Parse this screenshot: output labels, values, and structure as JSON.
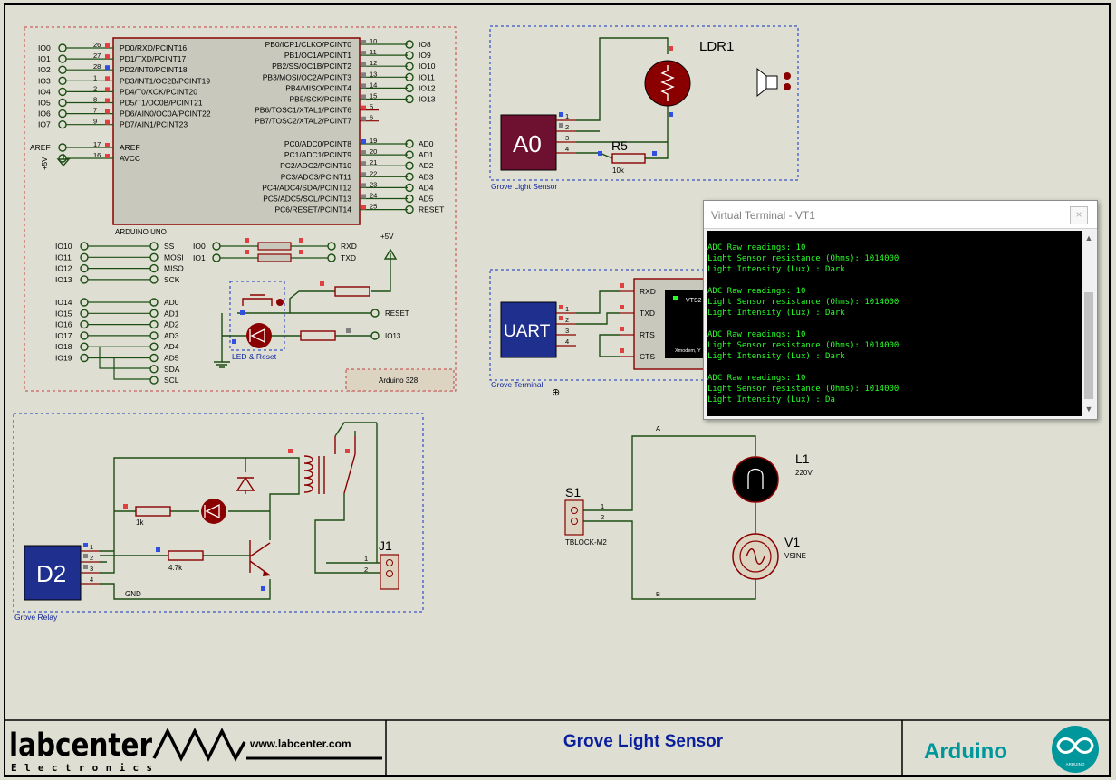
{
  "title_block": {
    "company": "labcenter",
    "company_sub": "Electronics",
    "url": "www.labcenter.com",
    "project_title": "Grove Light Sensor",
    "brand": "Arduino",
    "brand_logo_text": "ARDUINO"
  },
  "arduino": {
    "chip_label": "ARDUINO UNO",
    "box_label": "Arduino 328",
    "left_pins": [
      {
        "net": "IO0",
        "num": "26",
        "name": "PD0/RXD/PCINT16"
      },
      {
        "net": "IO1",
        "num": "27",
        "name": "PD1/TXD/PCINT17"
      },
      {
        "net": "IO2",
        "num": "28",
        "name": "PD2/INT0/PCINT18"
      },
      {
        "net": "IO3",
        "num": "1",
        "name": "PD3/INT1/OC2B/PCINT19"
      },
      {
        "net": "IO4",
        "num": "2",
        "name": "PD4/T0/XCK/PCINT20"
      },
      {
        "net": "IO5",
        "num": "8",
        "name": "PD5/T1/OC0B/PCINT21"
      },
      {
        "net": "IO6",
        "num": "7",
        "name": "PD6/AIN0/OC0A/PCINT22"
      },
      {
        "net": "IO7",
        "num": "9",
        "name": "PD7/AIN1/PCINT23"
      }
    ],
    "aref": {
      "net": "AREF",
      "num": "17",
      "name": "AREF"
    },
    "avcc": {
      "net": "+5V",
      "num": "16",
      "name": "AVCC"
    },
    "right_pins_b": [
      {
        "net": "IO8",
        "num": "10",
        "name": "PB0/ICP1/CLKO/PCINT0"
      },
      {
        "net": "IO9",
        "num": "11",
        "name": "PB1/OC1A/PCINT1"
      },
      {
        "net": "IO10",
        "num": "12",
        "name": "PB2/SS/OC1B/PCINT2"
      },
      {
        "net": "IO11",
        "num": "13",
        "name": "PB3/MOSI/OC2A/PCINT3"
      },
      {
        "net": "IO12",
        "num": "14",
        "name": "PB4/MISO/PCINT4"
      },
      {
        "net": "IO13",
        "num": "15",
        "name": "PB5/SCK/PCINT5"
      },
      {
        "net": "",
        "num": "5",
        "name": "PB6/TOSC1/XTAL1/PCINT6"
      },
      {
        "net": "",
        "num": "6",
        "name": "PB7/TOSC2/XTAL2/PCINT7"
      }
    ],
    "right_pins_c": [
      {
        "net": "AD0",
        "num": "19",
        "name": "PC0/ADC0/PCINT8"
      },
      {
        "net": "AD1",
        "num": "20",
        "name": "PC1/ADC1/PCINT9"
      },
      {
        "net": "AD2",
        "num": "21",
        "name": "PC2/ADC2/PCINT10"
      },
      {
        "net": "AD3",
        "num": "22",
        "name": "PC3/ADC3/PCINT11"
      },
      {
        "net": "AD4",
        "num": "23",
        "name": "PC4/ADC4/SDA/PCINT12"
      },
      {
        "net": "AD5",
        "num": "24",
        "name": "PC5/ADC5/SCL/PCINT13"
      },
      {
        "net": "RESET",
        "num": "25",
        "name": "PC6/RESET/PCINT14"
      }
    ],
    "spi_left": [
      "IO10",
      "IO11",
      "IO12",
      "IO13"
    ],
    "spi_right": [
      "SS",
      "MOSI",
      "MISO",
      "SCK"
    ],
    "serial_left": [
      "IO0",
      "IO1"
    ],
    "serial_right": [
      "RXD",
      "TXD"
    ],
    "analog_left": [
      "IO14",
      "IO15",
      "IO16",
      "IO17",
      "IO18",
      "IO19"
    ],
    "analog_right": [
      "AD0",
      "AD1",
      "AD2",
      "AD3",
      "AD4",
      "AD5",
      "SDA",
      "SCL"
    ],
    "power_label": "+5V",
    "reset_label": "RESET",
    "io13_label": "IO13",
    "led_reset_label": "LED & Reset"
  },
  "light_sensor": {
    "group_label": "Grove Light Sensor",
    "module": "A0",
    "pins": [
      "1",
      "2",
      "3",
      "4"
    ],
    "ldr_label": "LDR1",
    "resistor_label": "R5",
    "resistor_value": "10k"
  },
  "terminal_group": {
    "group_label": "Grove Terminal",
    "module": "UART",
    "pins": [
      "1",
      "2",
      "3",
      "4"
    ],
    "vt_pins": [
      "RXD",
      "TXD",
      "RTS",
      "CTS"
    ],
    "vt_name": "VTS2",
    "vt_screen_text": "Xmodem, Y"
  },
  "relay": {
    "group_label": "Grove Relay",
    "module": "D2",
    "pins": [
      "1",
      "2",
      "3",
      "4"
    ],
    "r1_value": "1k",
    "r2_value": "4.7k",
    "gnd_label": "GND",
    "connector_label": "J1",
    "connector_pins": [
      "1",
      "2"
    ]
  },
  "mains": {
    "switch_label": "S1",
    "switch_type": "TBLOCK-M2",
    "switch_pins": [
      "1",
      "2"
    ],
    "lamp_label": "L1",
    "lamp_value": "220V",
    "source_label": "V1",
    "source_value": "VSINE",
    "node_a": "A",
    "node_b": "B"
  },
  "terminal_window": {
    "title": "Virtual Terminal - VT1",
    "close_glyph": "×",
    "lines": [
      "ADC Raw readings: 10",
      "Light Sensor resistance (Ohms): 1014000",
      "Light Intensity (Lux) : Dark",
      "",
      "ADC Raw readings: 10",
      "Light Sensor resistance (Ohms): 1014000",
      "Light Intensity (Lux) : Dark",
      "",
      "ADC Raw readings: 10",
      "Light Sensor resistance (Ohms): 1014000",
      "Light Intensity (Lux) : Dark",
      "",
      "ADC Raw readings: 10",
      "Light Sensor resistance (Ohms): 1014000",
      "Light Intensity (Lux) : Da"
    ]
  },
  "colors": {
    "background": "#dedfd2",
    "wire": "#1c4d12",
    "component": "#8a0000",
    "chip_fill": "#c8c9bc",
    "module_fill": "#1f2f8e",
    "a0_fill": "#6e1030",
    "group_border": "#1030c0",
    "arduino_border": "#c04040",
    "terminal_text": "#28ff28",
    "brand_teal": "#00979c"
  }
}
